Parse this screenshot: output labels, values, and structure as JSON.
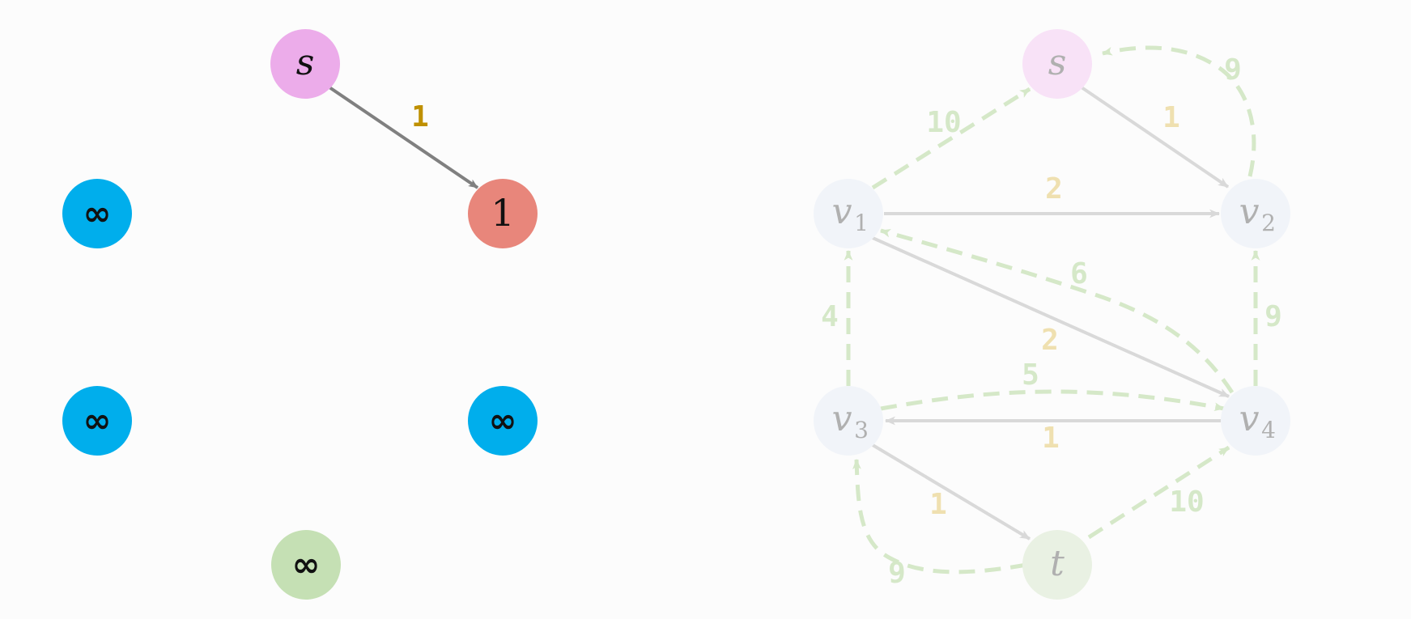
{
  "colors": {
    "background": "#fcfcfc",
    "source_pink": "#ecacea",
    "current_red": "#e8867b",
    "unvisited_blue": "#00aeec",
    "target_green": "#c5e0b4",
    "edge_dark": "#808080",
    "weight_gold": "#bf9000",
    "faded_pink": "#f8e2f7",
    "faded_node": "#f1f4f9",
    "faded_target": "#e9f1e3",
    "faded_edge": "#d9d9d9",
    "faded_weight": "#efe0b0",
    "faded_dashed": "#d5e8c8",
    "faded_label": "#b0b0b0"
  },
  "left_graph": {
    "source": {
      "label": "s"
    },
    "current": {
      "label": "1"
    },
    "node_v1": {
      "label": "∞"
    },
    "node_v3": {
      "label": "∞"
    },
    "node_v4": {
      "label": "∞"
    },
    "target": {
      "label": "∞"
    },
    "edge_s_current": {
      "weight": "1"
    }
  },
  "right_graph": {
    "nodes": {
      "s": {
        "label": "s"
      },
      "v1": {
        "label": "v",
        "sub": "1"
      },
      "v2": {
        "label": "v",
        "sub": "2"
      },
      "v3": {
        "label": "v",
        "sub": "3"
      },
      "v4": {
        "label": "v",
        "sub": "4"
      },
      "t": {
        "label": "t"
      }
    },
    "solid_edges": [
      {
        "from": "s",
        "to": "v2",
        "weight": "1"
      },
      {
        "from": "v1",
        "to": "v2",
        "weight": "2"
      },
      {
        "from": "v1",
        "to": "v4",
        "weight": "2"
      },
      {
        "from": "v4",
        "to": "v3",
        "weight": "1"
      },
      {
        "from": "v3",
        "to": "t",
        "weight": "1"
      }
    ],
    "dashed_edges": [
      {
        "from": "v1",
        "to": "s",
        "weight": "10"
      },
      {
        "from": "v2",
        "to": "s",
        "weight": "9"
      },
      {
        "from": "v4",
        "to": "v1",
        "weight": "6"
      },
      {
        "from": "v3",
        "to": "v1",
        "weight": "4"
      },
      {
        "from": "v4",
        "to": "v2",
        "weight": "9"
      },
      {
        "from": "v3",
        "to": "v4",
        "weight": "5"
      },
      {
        "from": "t",
        "to": "v4",
        "weight": "10"
      },
      {
        "from": "t",
        "to": "v3",
        "weight": "9"
      }
    ]
  }
}
